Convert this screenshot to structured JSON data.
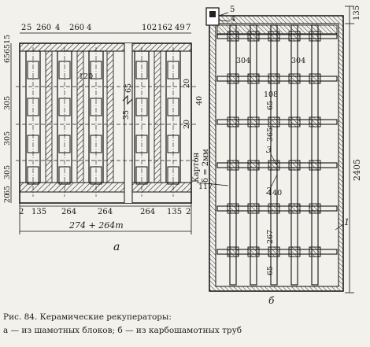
{
  "drawing_a": {
    "top_dims": [
      "2",
      "5",
      "260",
      "4",
      "260",
      "4",
      "102",
      "162",
      "49",
      "7"
    ],
    "left_dims": [
      "65",
      "65",
      "15",
      "305",
      "305",
      "305",
      "20",
      "65"
    ],
    "inner_dims": [
      "120",
      "65",
      "35",
      "20",
      "20",
      "40"
    ],
    "bottom_dims": [
      "2",
      "135",
      "264",
      "264",
      "264",
      "135",
      "2"
    ],
    "total": "274 + 264m",
    "letter": "a",
    "carton_label": "Картон",
    "carton_size": "δ = 2мм"
  },
  "drawing_b": {
    "callouts": [
      "5",
      "4",
      "3",
      "2",
      "1"
    ],
    "right_dims": [
      "135",
      "2405"
    ],
    "inner_dims": [
      "304",
      "304",
      "108",
      "65",
      "365",
      "140",
      "267",
      "65",
      "117"
    ],
    "letter": "б"
  },
  "caption": {
    "line1": "Рис. 84. Керамические рекуператоры:",
    "line2": "а — из шамотных блоков; б — из карбошамотных труб"
  }
}
